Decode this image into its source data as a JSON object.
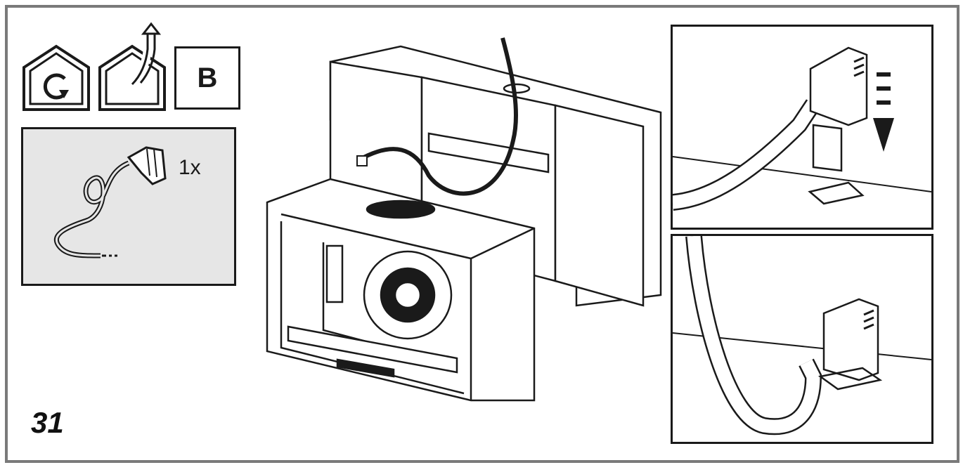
{
  "step_number": "31",
  "mode_letter": "B",
  "quantity_label": "1x",
  "icons": [
    "recirculation-house-icon",
    "ducted-extraction-house-icon"
  ],
  "colors": {
    "frame": "#7a7a7a",
    "line": "#1a1a1a",
    "panel_fill": "#e6e6e6"
  }
}
